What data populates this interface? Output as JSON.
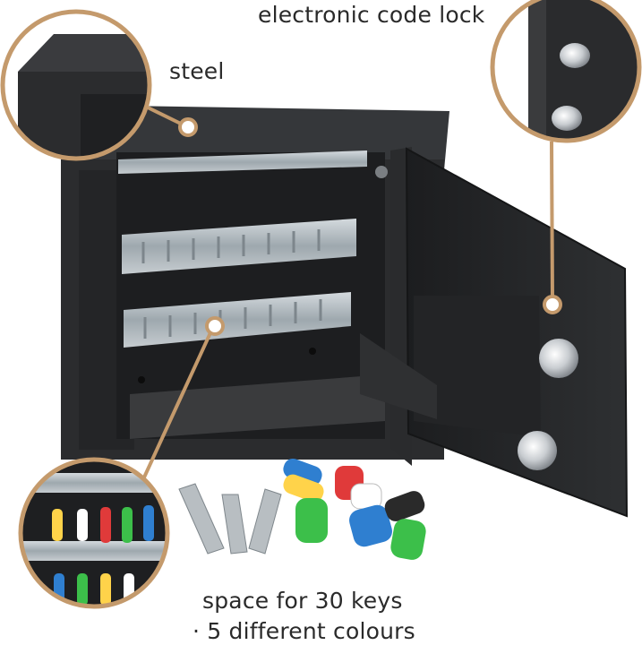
{
  "labels": {
    "lock": "electronic code lock",
    "steel": "steel",
    "keys_line1": "space for 30 keys",
    "keys_line2": "· 5 different colours"
  },
  "colors": {
    "callout_ring": "#c49a6c",
    "safe_body": "#2b2c2e",
    "safe_interior": "#1f2022",
    "key_rail": "#a9b3b9",
    "tag_colors": [
      "#2f7fd0",
      "#e03a3a",
      "#ffd34a",
      "#3cbf4a",
      "#ffffff"
    ]
  },
  "key_tags": [
    {
      "color": "#2f7fd0"
    },
    {
      "color": "#e03a3a"
    },
    {
      "color": "#ffd34a"
    },
    {
      "color": "#3cbf4a"
    },
    {
      "color": "#ffffff"
    },
    {
      "color": "#2f7fd0"
    },
    {
      "color": "#3cbf4a"
    },
    {
      "color": "#ffffff"
    }
  ],
  "icons": [
    "steel-corner-callout-icon",
    "electronic-lock-callout-icon",
    "key-hooks-callout-icon",
    "wall-anchor-bolt-icon",
    "key-tag-icon"
  ]
}
